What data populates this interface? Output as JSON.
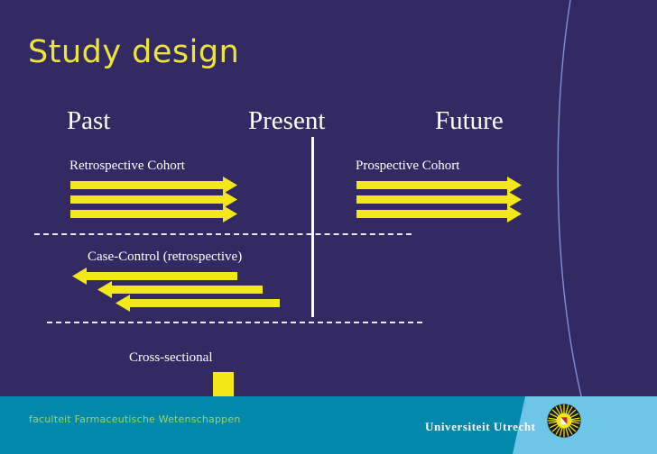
{
  "slide": {
    "title": "Study design",
    "background_color": "#332a63",
    "accent_color": "#f2e818",
    "title_color": "#ece43c"
  },
  "timeline": {
    "headers": [
      {
        "label": "Past"
      },
      {
        "label": "Present"
      },
      {
        "label": "Future"
      }
    ],
    "present_divider": "present-time-line"
  },
  "sections": [
    {
      "id": "retrospective-cohort",
      "label": "Retrospective Cohort",
      "direction": "right",
      "arrow_count": 3
    },
    {
      "id": "prospective-cohort",
      "label": "Prospective Cohort",
      "direction": "right",
      "arrow_count": 3
    },
    {
      "id": "case-control",
      "label": "Case-Control (retrospective)",
      "direction": "left",
      "arrow_count": 3
    },
    {
      "id": "cross-sectional",
      "label": "Cross-sectional",
      "direction": "none",
      "arrow_count": 0
    }
  ],
  "footer": {
    "faculty": "faculteit Farmaceutische Wetenschappen",
    "university": "Universiteit Utrecht",
    "faculty_color": "#9ed16b",
    "bar_color": "#0089ab",
    "bar_accent_color": "#6dc6e8",
    "logo_name": "universiteit-utrecht-sun-logo"
  }
}
